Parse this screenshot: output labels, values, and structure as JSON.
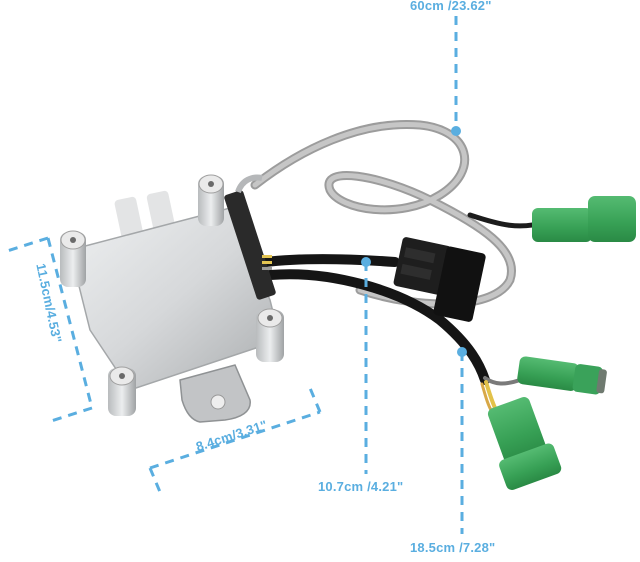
{
  "image": {
    "subject": "Ignition control module with wiring harness and connectors",
    "background_color": "#ffffff",
    "annotation_color": "#5aaee0"
  },
  "dimensions": {
    "total_cable_length": "60cm /23.62\"",
    "black_lead_length": "10.7cm /4.21\"",
    "green_lead_length": "18.5cm /7.28\"",
    "module_width": "8.4cm/3.31\"",
    "module_height": "11.5cm/4.53\""
  },
  "parts": {
    "module_color": "#c9cbcd",
    "gray_cable_color": "#a8a8a8",
    "black_connector_color": "#1a1a1a",
    "green_connector_color": "#3aa25a",
    "wire_colors": [
      "#e8c84a",
      "#1c1c1c",
      "#8a8a8a"
    ]
  }
}
